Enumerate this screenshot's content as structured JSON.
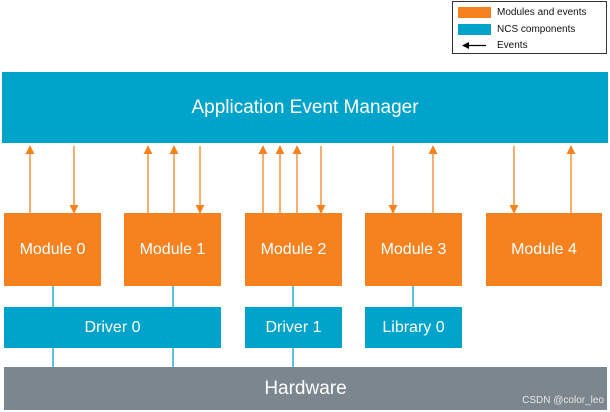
{
  "legend": {
    "modules_label": "Modules and events",
    "ncs_label": "NCS components",
    "events_label": "Events",
    "modules_color": "#f5821f",
    "ncs_color": "#00a3c9"
  },
  "event_manager": {
    "label": "Application Event Manager"
  },
  "modules": [
    {
      "label": "Module 0"
    },
    {
      "label": "Module 1"
    },
    {
      "label": "Module 2"
    },
    {
      "label": "Module 3"
    },
    {
      "label": "Module 4"
    }
  ],
  "components": [
    {
      "label": "Driver 0"
    },
    {
      "label": "Driver 1"
    },
    {
      "label": "Library 0"
    }
  ],
  "hardware": {
    "label": "Hardware"
  },
  "watermark": "CSDN @color_leo"
}
